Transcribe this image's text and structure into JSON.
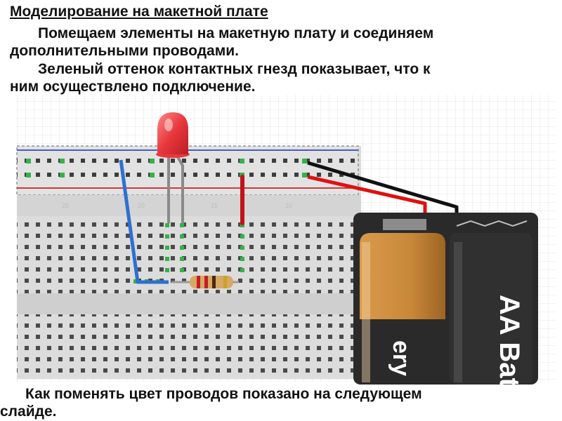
{
  "title": "Моделирование на макетной плате",
  "paragraph1": {
    "line1": "Помещаем элементы на макетную плату и соединяем",
    "line2": "дополнительными проводами."
  },
  "paragraph2": {
    "line1": "Зеленый оттенок контактных гнезд показывает, что к",
    "line2": "ним осуществлено подключение."
  },
  "footer": {
    "line1": "Как поменять цвет проводов показано на следующем",
    "line2": "слайде."
  },
  "breadboard": {
    "faint_labels": [
      "25",
      "20",
      "15",
      "10"
    ],
    "rail_colors": {
      "top": "#4a5cc0",
      "bottom": "#cc3b3b"
    },
    "connected_hole_color": "#33b34a"
  },
  "components": {
    "led": {
      "color": "#e8383d"
    },
    "wires": [
      {
        "name": "blue-jumper",
        "color": "#2f6fd0"
      },
      {
        "name": "red-jumper",
        "color": "#c0141a"
      },
      {
        "name": "battery-black-lead",
        "color": "#111111"
      },
      {
        "name": "battery-red-lead",
        "color": "#e01010"
      }
    ],
    "resistor": {
      "body_color": "#d9a865"
    },
    "battery": {
      "labels": [
        "AA Bat",
        "ery"
      ],
      "colors": {
        "copper": "#c8883a",
        "body": "#2a2a2a"
      }
    }
  }
}
